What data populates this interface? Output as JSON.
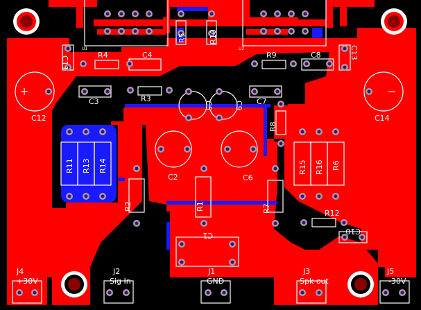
{
  "colors": {
    "background": "#000000",
    "copper_top": "#ff0000",
    "copper_bottom": "#1a1aff",
    "silkscreen": "#ffffff",
    "pad_ring": "#a0a0a0",
    "pad_hole": "#4b0082",
    "mount_hole": "#8b0000"
  },
  "labels": {
    "R1": "R1",
    "R2": "R2",
    "R3": "R3",
    "R4": "R4",
    "R5": "R5",
    "R6": "R6",
    "R7": "R7",
    "R8": "R8",
    "R9": "R9",
    "R10": "R10",
    "R11": "R11",
    "R12": "R12",
    "R13": "R13",
    "R14": "R14",
    "R15": "R15",
    "R16": "R16",
    "C1": "C1",
    "C2": "C2",
    "C3": "C3",
    "C4": "C4",
    "C5": "C5",
    "C6": "C6",
    "C7": "C7",
    "C8": "C8",
    "C9": "C9",
    "C10": "C10",
    "C11": "C11",
    "C12": "C12",
    "C13": "C13",
    "C14": "C14",
    "U1": "U1",
    "U2": "U2"
  },
  "connectors": [
    {
      "ref": "J4",
      "name": "+30V"
    },
    {
      "ref": "J2",
      "name": "Sig In"
    },
    {
      "ref": "J1",
      "name": "GND"
    },
    {
      "ref": "J3",
      "name": "Spk out"
    },
    {
      "ref": "J5",
      "name": "-30V"
    }
  ]
}
